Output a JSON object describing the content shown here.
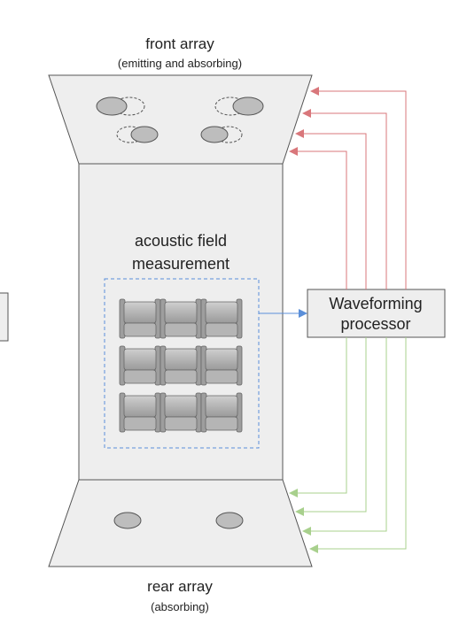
{
  "front_array": {
    "title": "front array",
    "subtitle": "(emitting and absorbing)"
  },
  "measurement": {
    "line1": "acoustic field",
    "line2": "measurement"
  },
  "processor": {
    "line1": "Waveforming",
    "line2": "processor"
  },
  "rear_array": {
    "title": "rear array",
    "subtitle": "(absorbing)"
  },
  "colors": {
    "panel_fill": "#eeeeee",
    "panel_stroke": "#555555",
    "speaker_fill": "#bdbdbd",
    "feed_lines": "#d9777b",
    "return_lines": "#a8d08d",
    "measurement_link": "#5b8fd9",
    "measurement_box": "#5b8fd9"
  },
  "icons": [
    "seat-icon",
    "speaker-icon",
    "arrow-icon"
  ]
}
